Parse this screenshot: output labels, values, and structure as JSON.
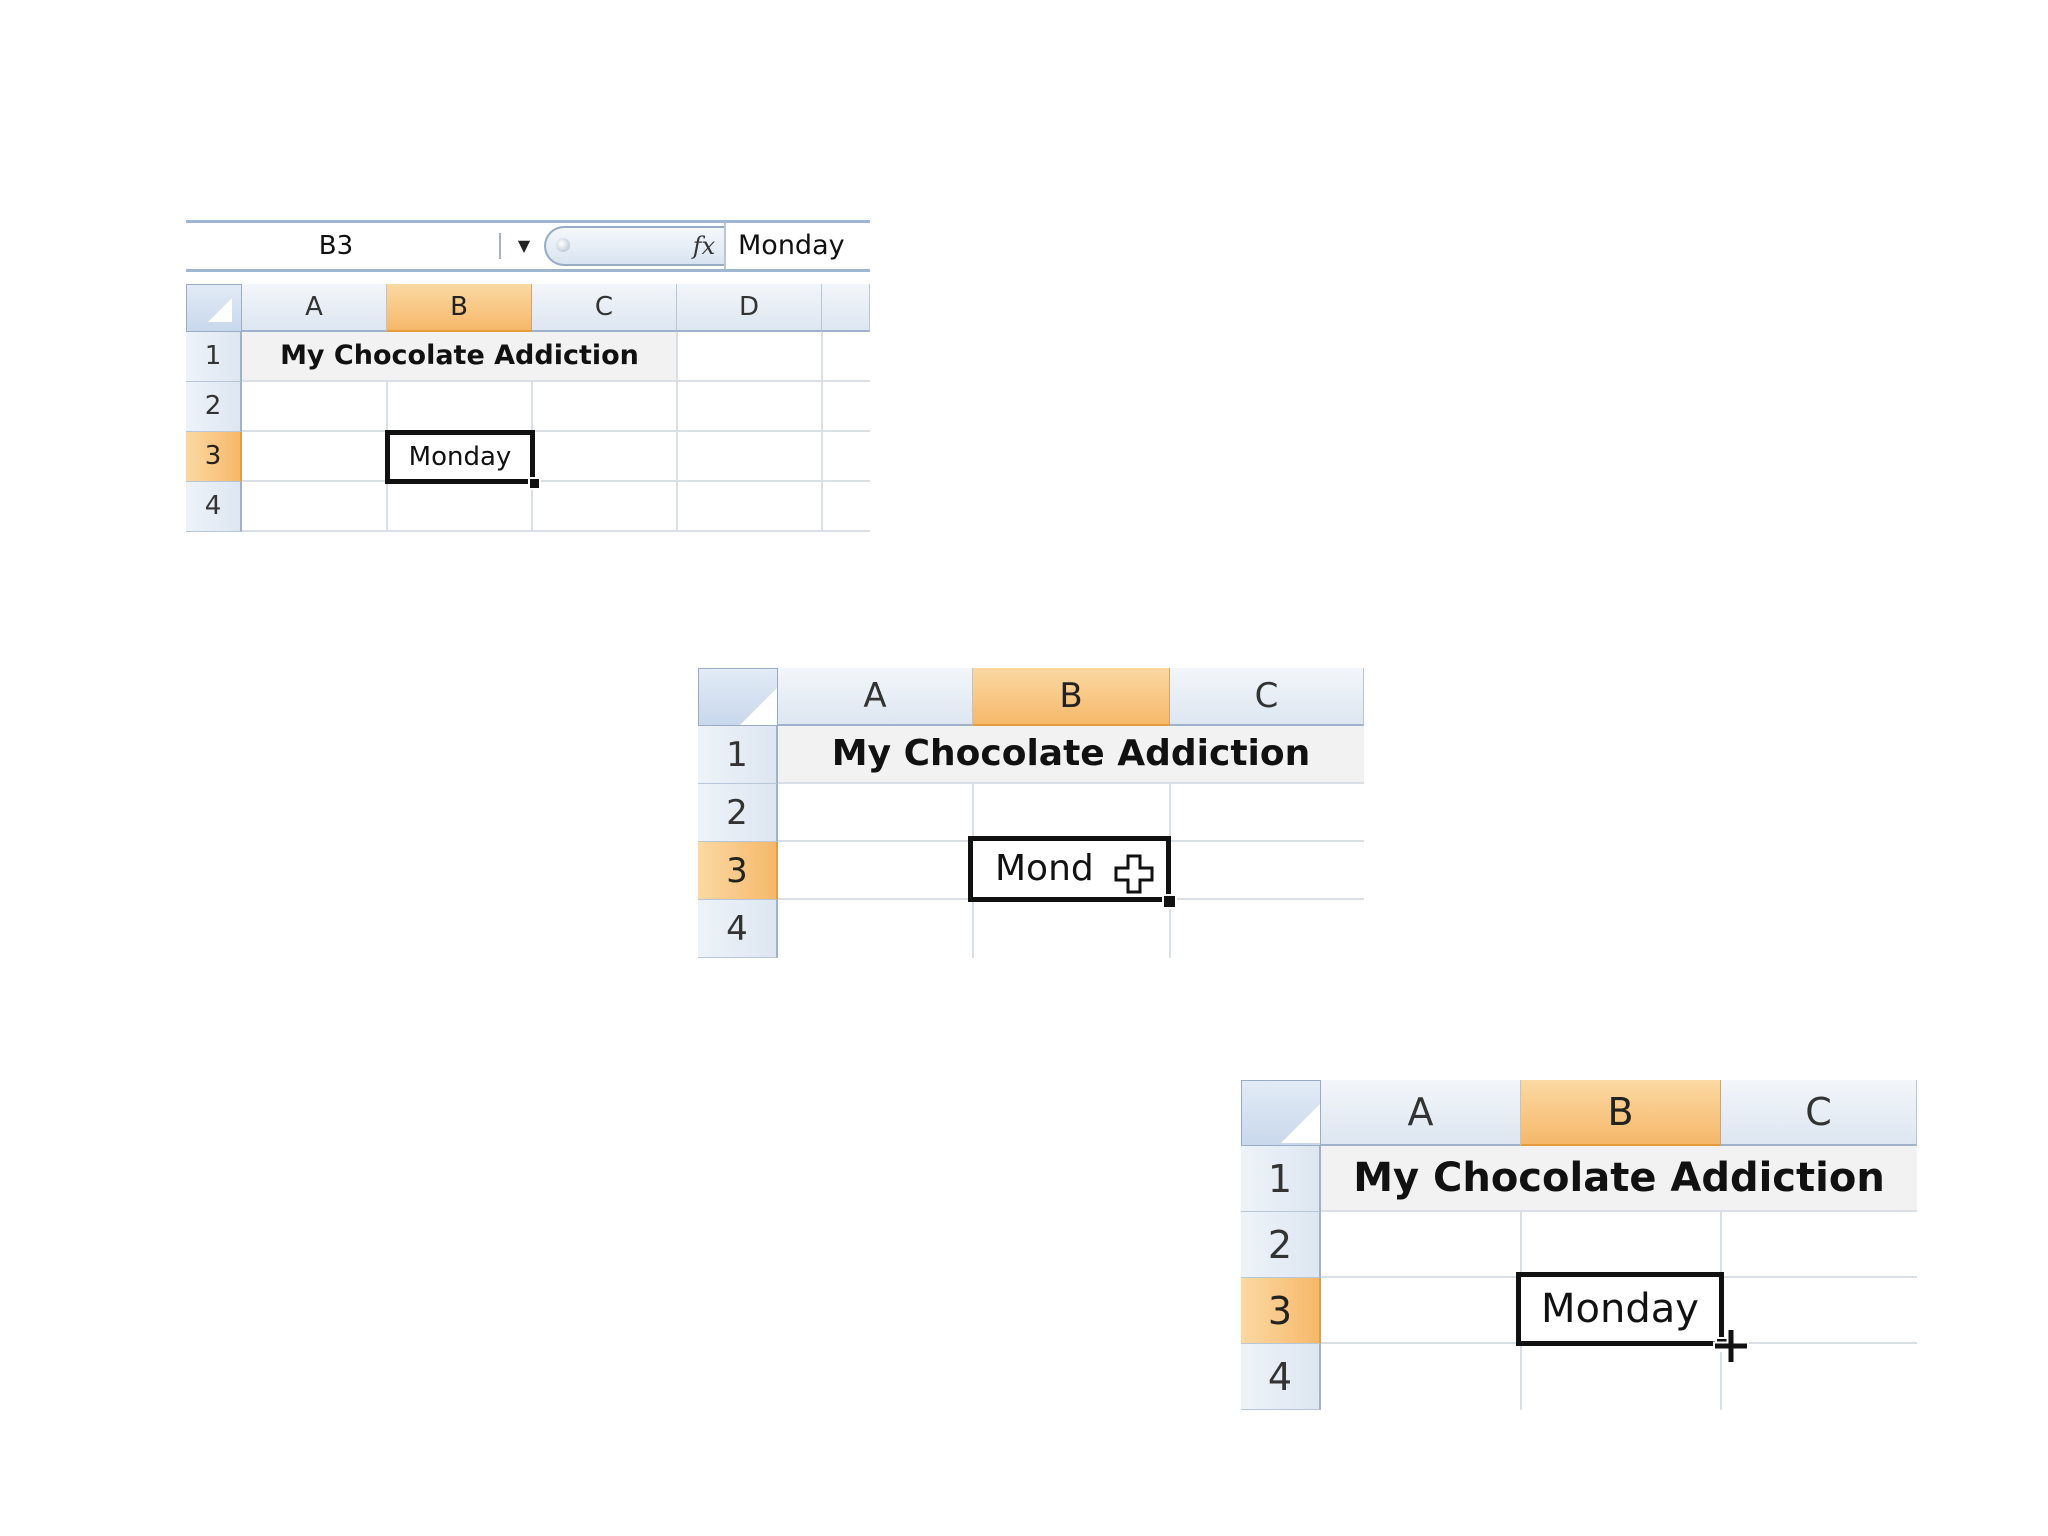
{
  "panel1": {
    "name_box": "B3",
    "fx_label": "fx",
    "formula_value": "Monday",
    "columns": [
      "A",
      "B",
      "C",
      "D"
    ],
    "rows": [
      "1",
      "2",
      "3",
      "4"
    ],
    "title_cell": "My Chocolate Addiction",
    "active_cell_value": "Monday"
  },
  "panel2": {
    "columns": [
      "A",
      "B",
      "C"
    ],
    "rows": [
      "1",
      "2",
      "3",
      "4"
    ],
    "title_cell": "My Chocolate Addiction",
    "active_cell_value": "Mond"
  },
  "panel3": {
    "columns": [
      "A",
      "B",
      "C"
    ],
    "rows": [
      "1",
      "2",
      "3",
      "4"
    ],
    "title_cell": "My Chocolate Addiction",
    "active_cell_value": "Monday"
  },
  "selected_cell": "B3",
  "colors": {
    "selected_header": "#f6b86a",
    "header": "#dde6f1",
    "gridline": "#dadfe5",
    "title_fill": "#f2f2f2"
  },
  "icons": {
    "dropdown": "chevron-down-icon",
    "formula": "fx-icon",
    "move_cursor": "move-cursor-icon",
    "fill_cursor": "crosshair-cursor-icon"
  }
}
